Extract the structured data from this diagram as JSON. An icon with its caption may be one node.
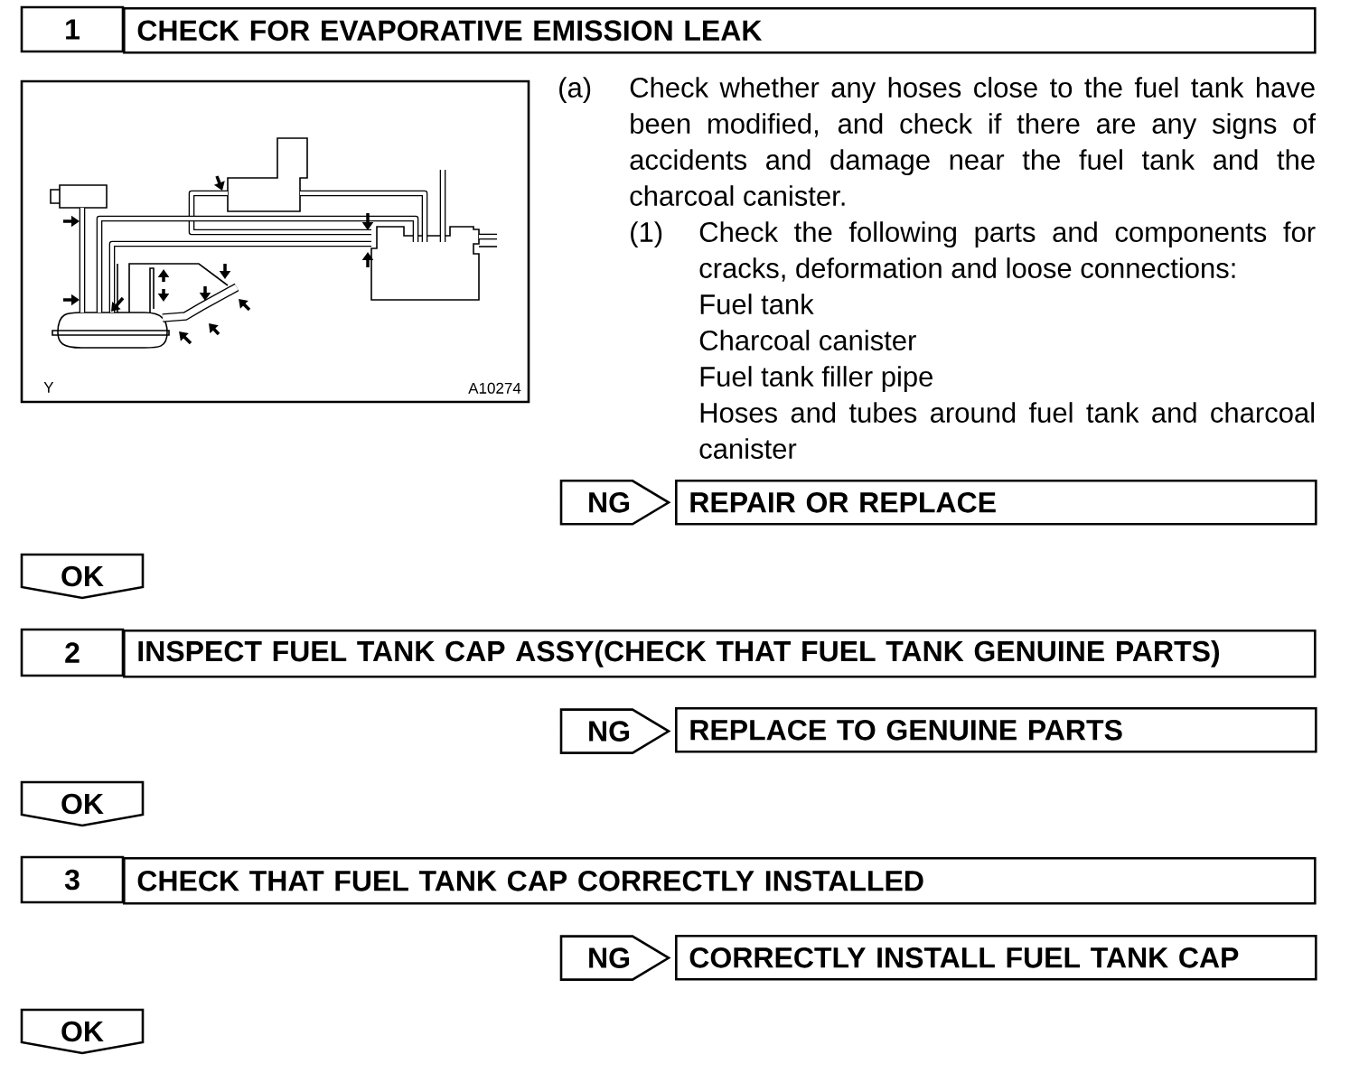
{
  "diagram": {
    "nodes": [
      {
        "text": [
          "1"
        ]
      },
      {
        "text": [
          "CHECK FOR EVAPORATIVE EMISSION LEAK"
        ]
      },
      {
        "text": [
          "Y",
          "A10274"
        ]
      },
      {
        "text": [
          "REPAIR OR REPLACE"
        ]
      },
      {
        "text": [
          "OK"
        ]
      },
      {
        "text": [
          "2"
        ]
      },
      {
        "text": [
          "INSPECT FUEL TANK CAP ASSY(CHECK THAT FUEL TANK GENUINE PARTS)"
        ]
      },
      {
        "text": [
          "REPLACE TO GENUINE PARTS"
        ]
      },
      {
        "text": [
          "OK"
        ]
      },
      {
        "text": [
          "3"
        ]
      },
      {
        "text": [
          "CHECK THAT FUEL TANK CAP CORRECTLY INSTALLED"
        ]
      },
      {
        "text": [
          "CORRECTLY INSTALL FUEL TANK CAP"
        ]
      },
      {
        "text": [
          "OK"
        ]
      }
    ],
    "edges": [
      {
        "from": null,
        "to": 3,
        "arrow": "to",
        "label": "NG"
      },
      {
        "from": 6,
        "to": 7,
        "arrow": "to",
        "label": "NG"
      },
      {
        "from": 10,
        "to": 11,
        "arrow": "to",
        "label": "NG"
      }
    ],
    "labels": [
      "(a)",
      "Check whether any hoses close to the fuel tank have been modified, and check if there are any signs of accidents and damage near the fuel tank and the charcoal canister.",
      "(1)",
      "Check the following parts and components for cracks, deformation and loose connections:",
      "Fuel tank",
      "Charcoal canister",
      "Fuel tank filler pipe",
      "Hoses and tubes around fuel tank and charcoal canister"
    ]
  }
}
